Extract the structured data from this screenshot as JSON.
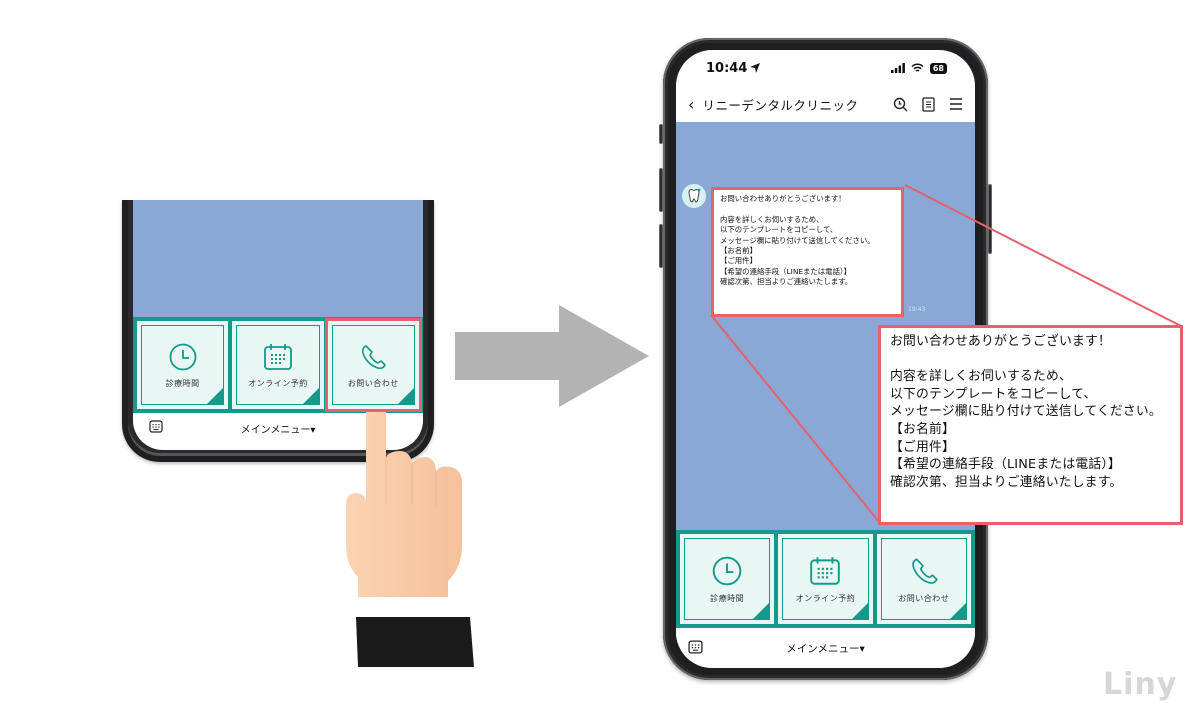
{
  "left_phone": {
    "menu_items": [
      {
        "label": "診療時間",
        "icon": "clock-icon"
      },
      {
        "label": "オンライン予約",
        "icon": "calendar-icon"
      },
      {
        "label": "お問い合わせ",
        "icon": "phone-icon",
        "highlighted": true
      }
    ],
    "menu_bar_label": "メインメニュー▾"
  },
  "right_phone": {
    "status_bar": {
      "time": "10:44",
      "battery": "68"
    },
    "header": {
      "title": "リニーデンタルクリニック"
    },
    "message": {
      "text": "お問い合わせありがとうございます！\n\n内容を詳しくお伺いするため、\n以下のテンプレートをコピーして、\nメッセージ欄に貼り付けて送信してください。\n【お名前】\n【ご用件】\n【希望の連絡手段（LINEまたは電話）】\n確認次第、担当よりご連絡いたします。",
      "timestamp": "19:43"
    },
    "menu_items": [
      {
        "label": "診療時間",
        "icon": "clock-icon"
      },
      {
        "label": "オンライン予約",
        "icon": "calendar-icon"
      },
      {
        "label": "お問い合わせ",
        "icon": "phone-icon"
      }
    ],
    "menu_bar_label": "メインメニュー▾"
  },
  "callout": {
    "text": "お問い合わせありがとうございます！\n\n内容を詳しくお伺いするため、\n以下のテンプレートをコピーして、\nメッセージ欄に貼り付けて送信してください。\n【お名前】\n【ご用件】\n【希望の連絡手段（LINEまたは電話）】\n確認次第、担当よりご連絡いたします。"
  },
  "colors": {
    "accent_teal": "#14998a",
    "tile_bg": "#e8f6f4",
    "highlight_red": "#e8606b",
    "chat_bg": "#8aa8d6",
    "arrow_gray": "#b3b3b3"
  },
  "logo": {
    "text": "Liny"
  }
}
